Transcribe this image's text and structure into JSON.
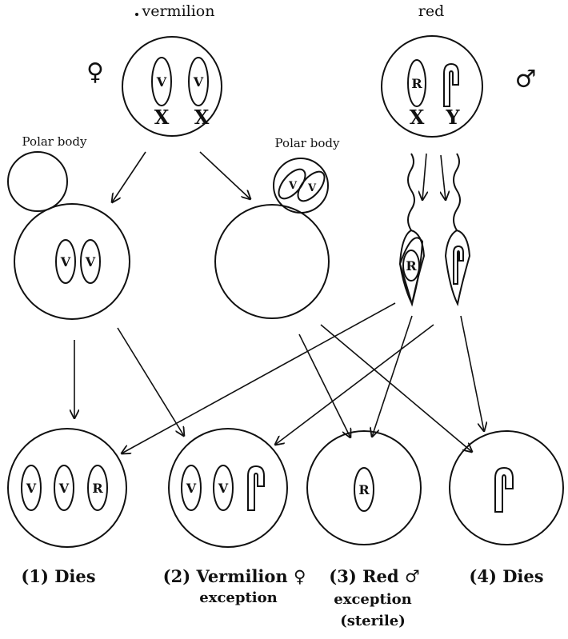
{
  "parents": {
    "female": {
      "label": "vermilion",
      "sex_symbol": "♀",
      "chromosomes": [
        "V",
        "V"
      ],
      "sex_chromosomes": [
        "X",
        "X"
      ]
    },
    "male": {
      "label": "red",
      "sex_symbol": "♂",
      "chromosomes": [
        "R"
      ],
      "sex_chromosomes": [
        "X",
        "Y"
      ]
    }
  },
  "polar_bodies": [
    "Polar body",
    "Polar body"
  ],
  "egg_with_xx": {
    "chromosomes": [
      "V",
      "V"
    ]
  },
  "polar_body_contents": [
    "V",
    "V"
  ],
  "sperm": [
    {
      "chromosome": "R"
    }
  ],
  "offspring": [
    {
      "chromosomes": [
        "V",
        "V",
        "R"
      ],
      "caption": "(1) Dies"
    },
    {
      "chromosomes": [
        "V",
        "V"
      ],
      "caption_lines": [
        "(2) Vermilion ♀",
        "exception"
      ]
    },
    {
      "chromosomes": [
        "R"
      ],
      "caption_lines": [
        "(3) Red ♂",
        "exception",
        "(sterile)"
      ]
    },
    {
      "caption": "(4) Dies"
    }
  ]
}
